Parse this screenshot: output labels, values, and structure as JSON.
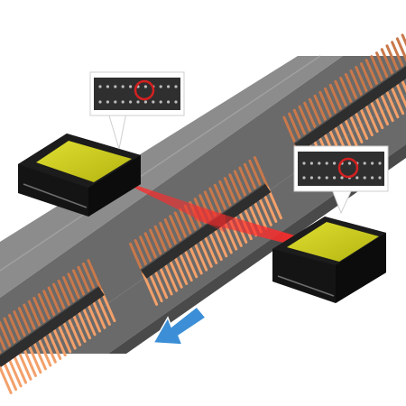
{
  "scene": {
    "title": "",
    "colors": {
      "background": "#ffffff",
      "belt_dark": "#5c5c5c",
      "belt_light": "#8a8a8a",
      "rail": "#3c3c3c",
      "pin_orange": "#f3a06a",
      "pin_shadow": "#c9784a",
      "connector_body": "#2e2e2e",
      "sensor_body": "#141414",
      "sensor_face": "#c9c91e",
      "laser": "#e02020",
      "callout_highlight": "#d42020",
      "arrow": "#3c8fd6"
    },
    "icons": {
      "sensor_left": "inspection-sensor-icon",
      "sensor_right": "inspection-sensor-icon",
      "direction": "conveyor-direction-arrow-icon"
    },
    "callouts": [
      {
        "name": "callout-left",
        "status": "pin-fault-highlight"
      },
      {
        "name": "callout-right",
        "status": "pin-fault-highlight"
      }
    ]
  }
}
